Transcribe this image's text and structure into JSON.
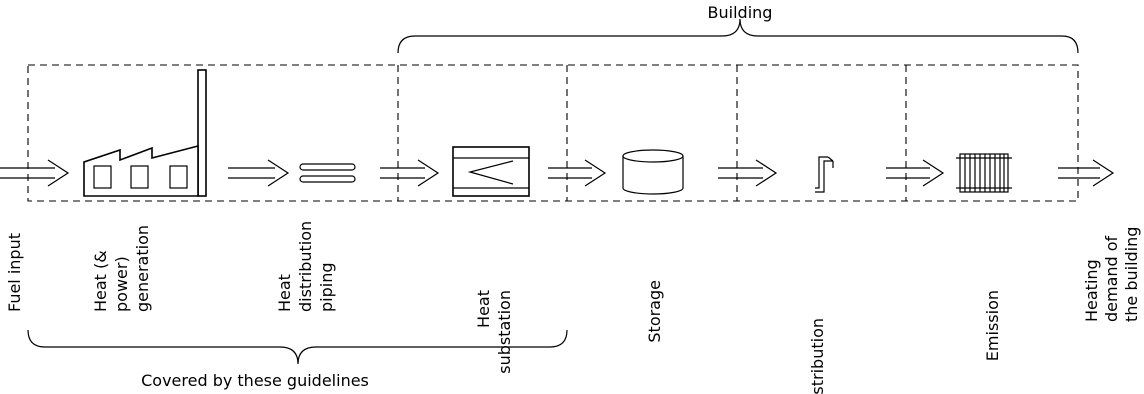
{
  "brackets": {
    "building": "Building",
    "covered": "Covered by these guidelines"
  },
  "labels": {
    "fuel_input": "Fuel input",
    "heat_generation": [
      "Heat (&",
      "power)",
      "generation"
    ],
    "heat_distribution_piping": [
      "Heat",
      "distribution",
      "piping"
    ],
    "heat_substation": [
      "Heat",
      "substation"
    ],
    "storage": "Storage",
    "distribution": "Distribution",
    "emission": "Emission",
    "heating_demand": [
      "Heating",
      "demand of",
      "the building"
    ]
  },
  "icons": [
    "factory-icon",
    "pipes-icon",
    "heat-exchanger-icon",
    "storage-tank-icon",
    "distribution-pipe-icon",
    "radiator-icon",
    "arrow-icon"
  ]
}
